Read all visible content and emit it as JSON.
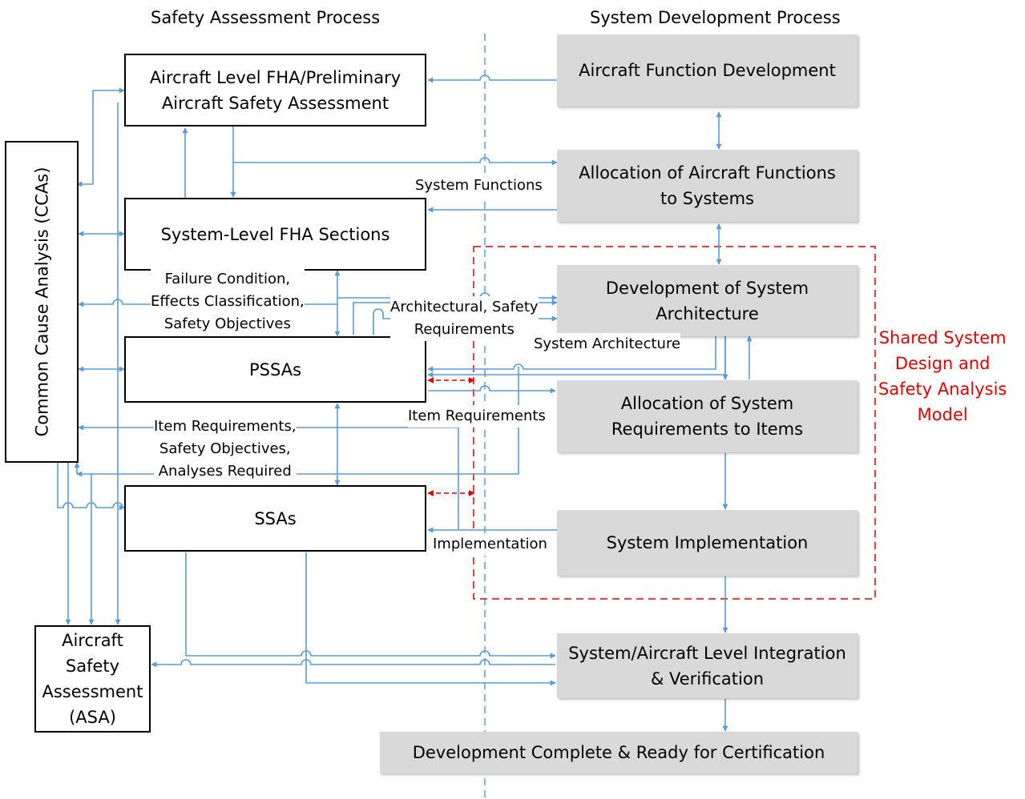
{
  "headers": {
    "left": "Safety Assessment Process",
    "right": "System Development Process"
  },
  "safety_boxes": {
    "aircraft_fha": [
      "Aircraft Level FHA/Preliminary",
      "Aircraft Safety Assessment"
    ],
    "system_fha": "System-Level FHA Sections",
    "pssa": "PSSAs",
    "ssa": "SSAs",
    "cca": "Common Cause Analysis (CCAs)",
    "asa": [
      "Aircraft",
      "Safety",
      "Assessment",
      "(ASA)"
    ]
  },
  "dev_boxes": {
    "function_dev": "Aircraft Function Development",
    "allocation_functions": [
      "Allocation of Aircraft Functions",
      "to Systems"
    ],
    "architecture": [
      "Development of System",
      "Architecture"
    ],
    "allocation_requirements": [
      "Allocation of System",
      "Requirements to Items"
    ],
    "implementation": "System Implementation",
    "integration": [
      "System/Aircraft Level Integration",
      "& Verification"
    ],
    "complete": "Development Complete & Ready for Certification"
  },
  "labels": {
    "system_functions": "System Functions",
    "failure_condition": [
      "Failure Condition,",
      "Effects Classification,",
      "Safety Objectives"
    ],
    "architectural_safety": [
      "Architectural, Safety",
      "Requirements"
    ],
    "system_architecture": "System Architecture",
    "item_requirements_right": "Item Requirements",
    "item_requirements_left": [
      "Item Requirements,",
      "Safety Objectives,",
      "Analyses Required"
    ],
    "implementation": "Implementation"
  },
  "shared_model": [
    "Shared System",
    "Design and",
    "Safety Analysis",
    "Model"
  ],
  "colors": {
    "connector": "#5b9bd5",
    "shared_region": "#e00000",
    "dev_box_fill": "#d9d9d9",
    "safety_box_border": "#000000"
  }
}
